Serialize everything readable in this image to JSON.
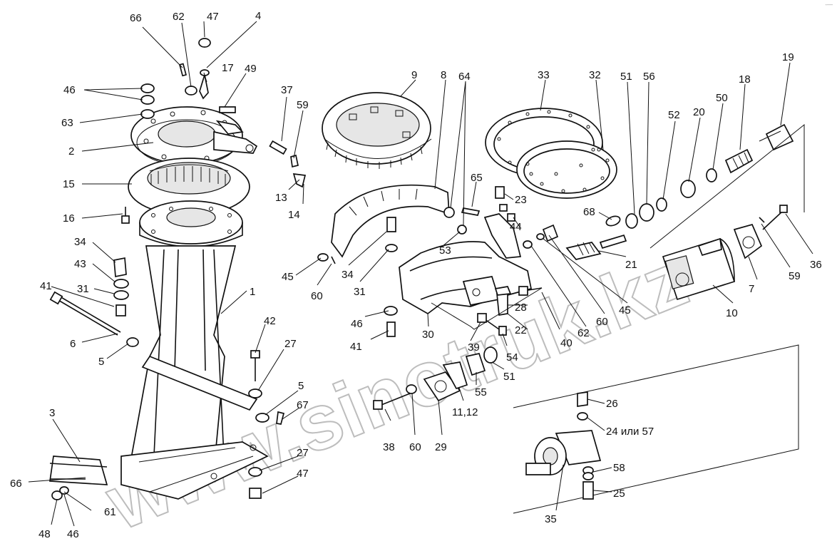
{
  "watermark": "www.sinotruk.kz",
  "corner_mark": "‐—",
  "callouts": [
    {
      "id": "c66a",
      "text": "66"
    },
    {
      "id": "c62a",
      "text": "62"
    },
    {
      "id": "c47a",
      "text": "47"
    },
    {
      "id": "c4",
      "text": "4"
    },
    {
      "id": "c17",
      "text": "17"
    },
    {
      "id": "c49",
      "text": "49"
    },
    {
      "id": "c46a",
      "text": "46"
    },
    {
      "id": "c63",
      "text": "63"
    },
    {
      "id": "c2",
      "text": "2"
    },
    {
      "id": "c15",
      "text": "15"
    },
    {
      "id": "c16",
      "text": "16"
    },
    {
      "id": "c34a",
      "text": "34"
    },
    {
      "id": "c43",
      "text": "43"
    },
    {
      "id": "c41a",
      "text": "41"
    },
    {
      "id": "c31a",
      "text": "31"
    },
    {
      "id": "c6",
      "text": "6"
    },
    {
      "id": "c5a",
      "text": "5"
    },
    {
      "id": "c1",
      "text": "1"
    },
    {
      "id": "c42",
      "text": "42"
    },
    {
      "id": "c27a",
      "text": "27"
    },
    {
      "id": "c5b",
      "text": "5"
    },
    {
      "id": "c67",
      "text": "67"
    },
    {
      "id": "c27b",
      "text": "27"
    },
    {
      "id": "c47b",
      "text": "47"
    },
    {
      "id": "c3",
      "text": "3"
    },
    {
      "id": "c66b",
      "text": "66"
    },
    {
      "id": "c61",
      "text": "61"
    },
    {
      "id": "c48",
      "text": "48"
    },
    {
      "id": "c46b",
      "text": "46"
    },
    {
      "id": "c37",
      "text": "37"
    },
    {
      "id": "c59a",
      "text": "59"
    },
    {
      "id": "c13",
      "text": "13"
    },
    {
      "id": "c14",
      "text": "14"
    },
    {
      "id": "c9",
      "text": "9"
    },
    {
      "id": "c8",
      "text": "8"
    },
    {
      "id": "c64",
      "text": "64"
    },
    {
      "id": "c65",
      "text": "65"
    },
    {
      "id": "c45a",
      "text": "45"
    },
    {
      "id": "c60a",
      "text": "60"
    },
    {
      "id": "c34b",
      "text": "34"
    },
    {
      "id": "c31b",
      "text": "31"
    },
    {
      "id": "c53",
      "text": "53"
    },
    {
      "id": "c46c",
      "text": "46"
    },
    {
      "id": "c41b",
      "text": "41"
    },
    {
      "id": "c30",
      "text": "30"
    },
    {
      "id": "c39",
      "text": "39"
    },
    {
      "id": "c28",
      "text": "28"
    },
    {
      "id": "c22",
      "text": "22"
    },
    {
      "id": "c40",
      "text": "40"
    },
    {
      "id": "c54",
      "text": "54"
    },
    {
      "id": "c55",
      "text": "55"
    },
    {
      "id": "c51a",
      "text": "51"
    },
    {
      "id": "c38",
      "text": "38"
    },
    {
      "id": "c60b",
      "text": "60"
    },
    {
      "id": "c29",
      "text": "29"
    },
    {
      "id": "c1112",
      "text": "11,12"
    },
    {
      "id": "c33",
      "text": "33"
    },
    {
      "id": "c32",
      "text": "32"
    },
    {
      "id": "c51b",
      "text": "51"
    },
    {
      "id": "c56",
      "text": "56"
    },
    {
      "id": "c52",
      "text": "52"
    },
    {
      "id": "c20",
      "text": "20"
    },
    {
      "id": "c50",
      "text": "50"
    },
    {
      "id": "c18",
      "text": "18"
    },
    {
      "id": "c19",
      "text": "19"
    },
    {
      "id": "c23",
      "text": "23"
    },
    {
      "id": "c68",
      "text": "68"
    },
    {
      "id": "c44",
      "text": "44"
    },
    {
      "id": "c21",
      "text": "21"
    },
    {
      "id": "c60c",
      "text": "60"
    },
    {
      "id": "c62b",
      "text": "62"
    },
    {
      "id": "c45b",
      "text": "45"
    },
    {
      "id": "c36",
      "text": "36"
    },
    {
      "id": "c59b",
      "text": "59"
    },
    {
      "id": "c7",
      "text": "7"
    },
    {
      "id": "c10",
      "text": "10"
    },
    {
      "id": "c26",
      "text": "26"
    },
    {
      "id": "c2457",
      "text": "24 или 57"
    },
    {
      "id": "c58",
      "text": "58"
    },
    {
      "id": "c25",
      "text": "25"
    },
    {
      "id": "c35",
      "text": "35"
    }
  ]
}
